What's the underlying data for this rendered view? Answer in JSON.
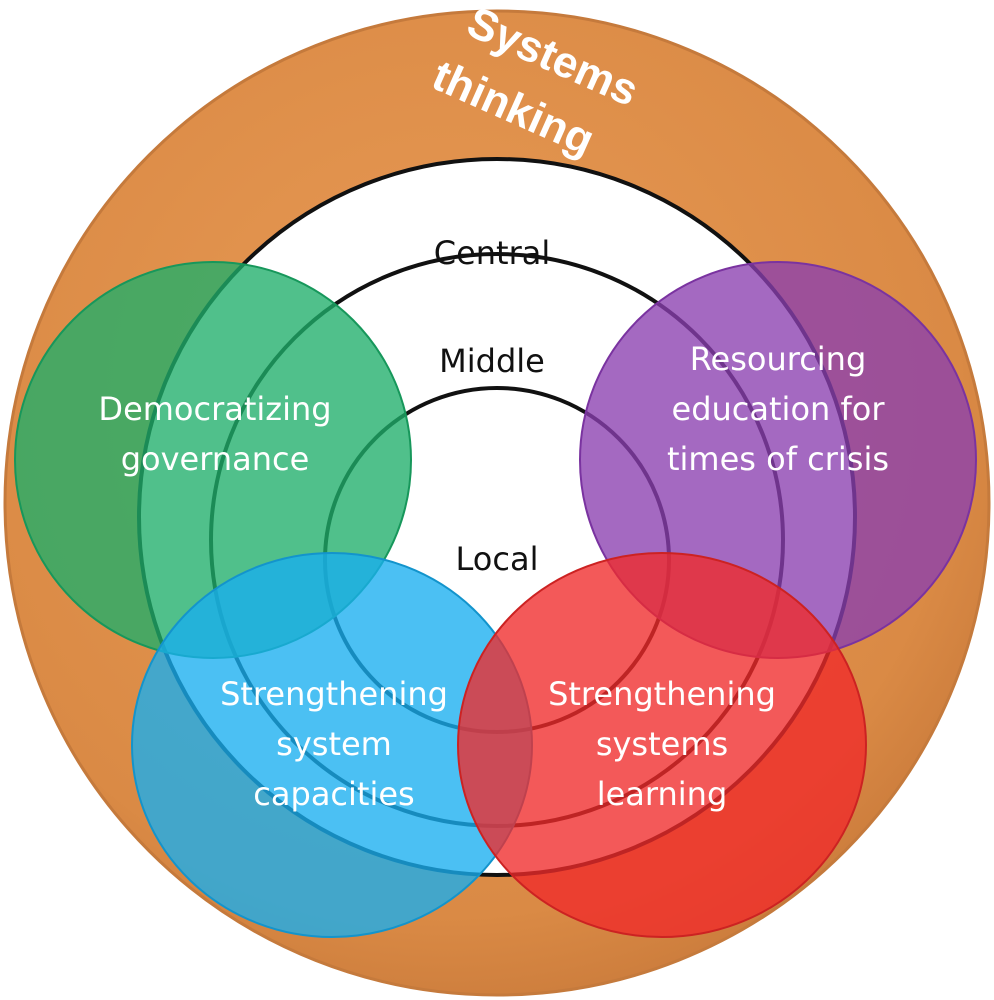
{
  "outer": {
    "title_lines": [
      "Systems",
      "thinking"
    ],
    "color": "#E2924B"
  },
  "rings": [
    {
      "label": "Central"
    },
    {
      "label": "Middle"
    },
    {
      "label": "Local"
    }
  ],
  "themes": [
    {
      "id": "governance",
      "lines": [
        "Democratizing",
        "governance"
      ],
      "color": "#2BB673"
    },
    {
      "id": "resourcing",
      "lines": [
        "Resourcing",
        "education for",
        "times of crisis"
      ],
      "color": "#8E44AD"
    },
    {
      "id": "capacities",
      "lines": [
        "Strengthening",
        "system",
        "capacities"
      ],
      "color": "#1FB3F2"
    },
    {
      "id": "learning",
      "lines": [
        "Strengthening",
        "systems",
        "learning"
      ],
      "color": "#F0302E"
    }
  ]
}
